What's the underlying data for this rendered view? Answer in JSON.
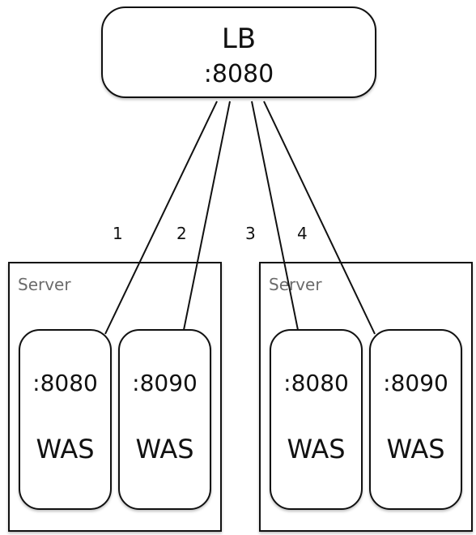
{
  "load_balancer": {
    "title": "LB",
    "port": ":8080"
  },
  "connections": [
    {
      "label": "1"
    },
    {
      "label": "2"
    },
    {
      "label": "3"
    },
    {
      "label": "4"
    }
  ],
  "servers": [
    {
      "label": "Server",
      "instances": [
        {
          "port": ":8080",
          "name": "WAS"
        },
        {
          "port": ":8090",
          "name": "WAS"
        }
      ]
    },
    {
      "label": "Server",
      "instances": [
        {
          "port": ":8080",
          "name": "WAS"
        },
        {
          "port": ":8090",
          "name": "WAS"
        }
      ]
    }
  ]
}
